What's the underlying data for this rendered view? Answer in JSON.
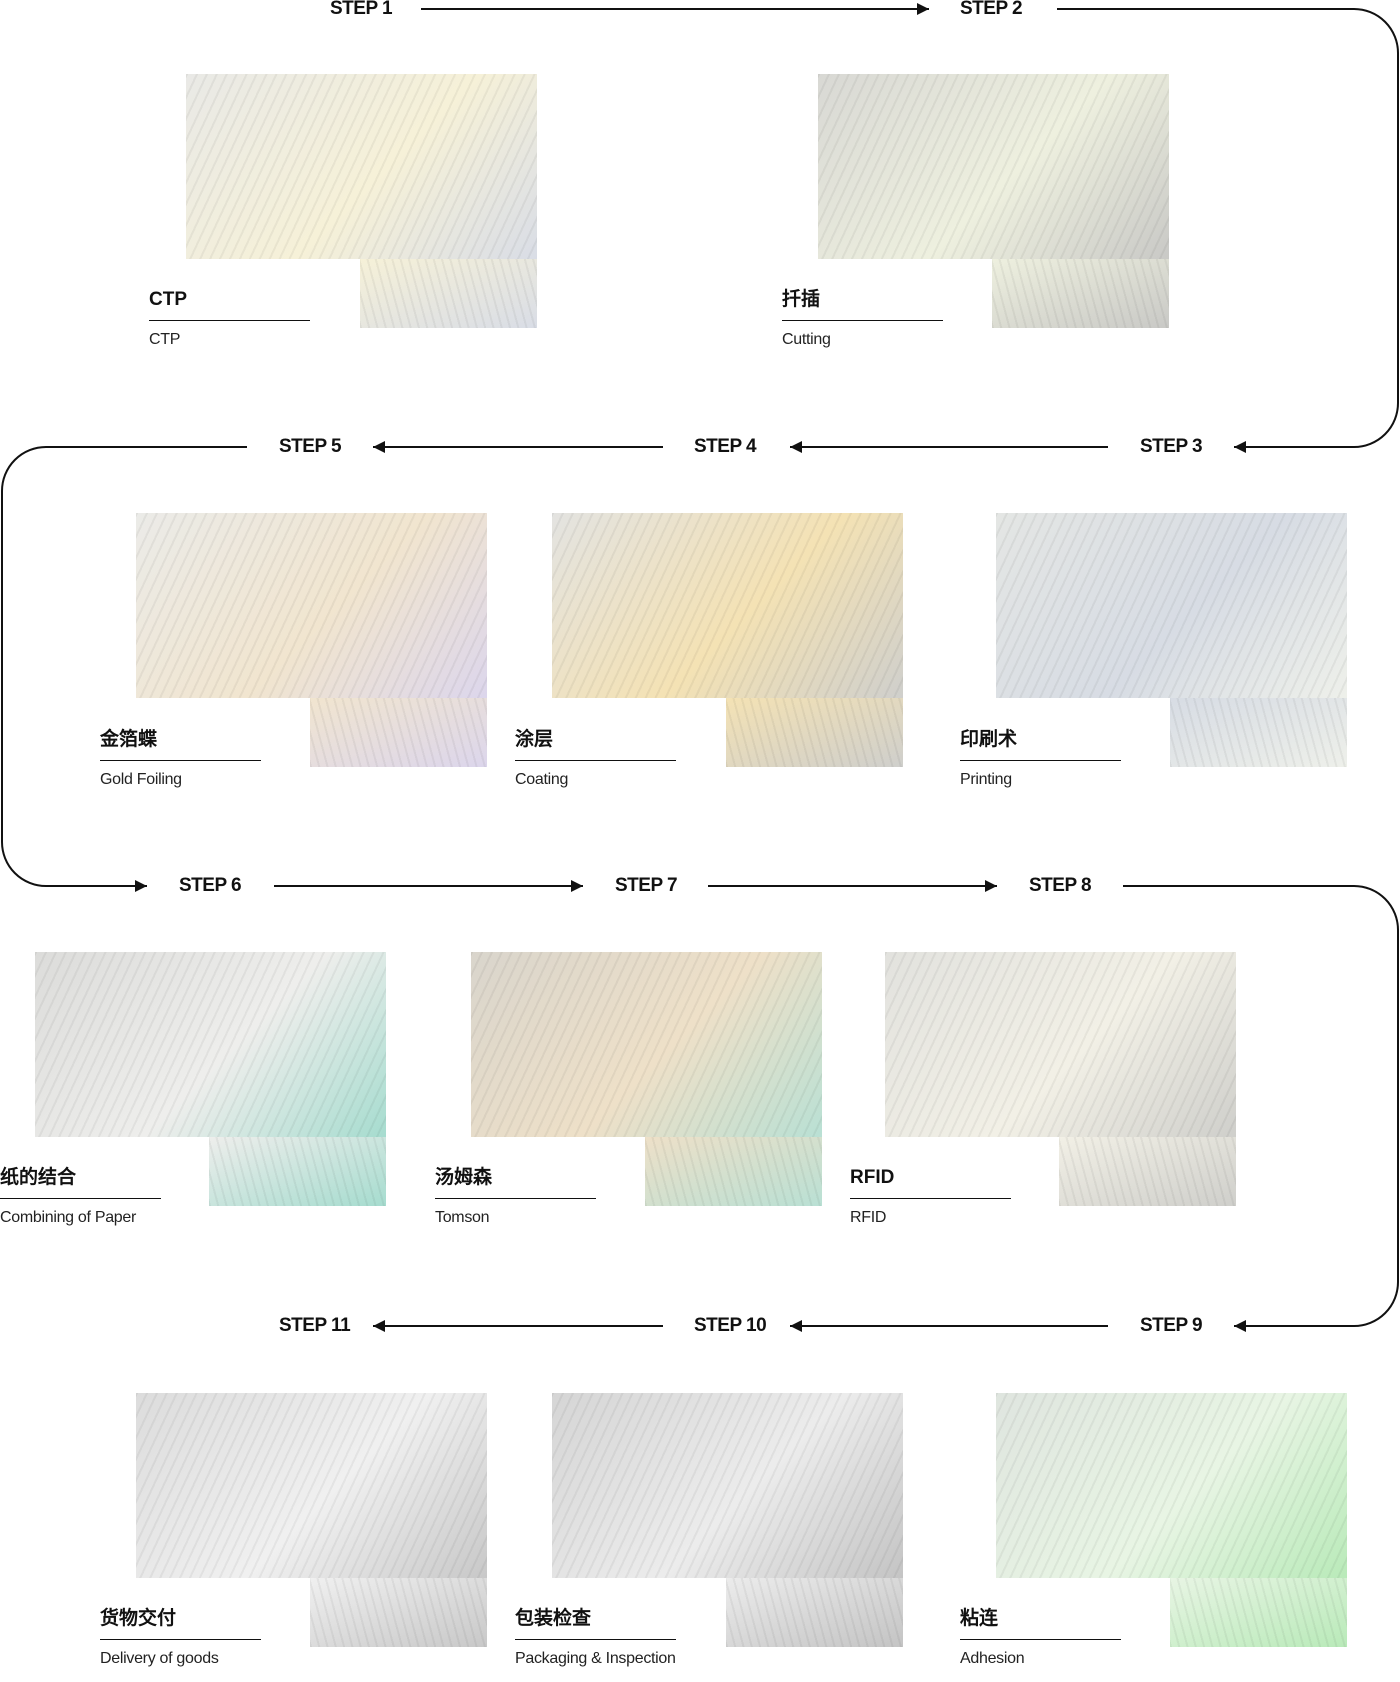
{
  "steps": [
    {
      "step": "STEP 1",
      "title": "CTP",
      "subtitle": "CTP",
      "palette": [
        "#e9e9e6",
        "#f6f1d8",
        "#d9dde6"
      ]
    },
    {
      "step": "STEP 2",
      "title": "扦插",
      "subtitle": "Cutting",
      "palette": [
        "#d8d8d4",
        "#eef0df",
        "#c9c9c6"
      ]
    },
    {
      "step": "STEP 3",
      "title": "印刷术",
      "subtitle": "Printing",
      "palette": [
        "#e4e6e4",
        "#d7dce4",
        "#eef0ea"
      ]
    },
    {
      "step": "STEP 4",
      "title": "涂层",
      "subtitle": "Coating",
      "palette": [
        "#e3e3e1",
        "#f4e2b4",
        "#cfcfcc"
      ]
    },
    {
      "step": "STEP 5",
      "title": "金箔蝶",
      "subtitle": "Gold Foiling",
      "palette": [
        "#ebebe8",
        "#f1e5cf",
        "#dcd6ec"
      ]
    },
    {
      "step": "STEP 6",
      "title": "纸的结合",
      "subtitle": "Combining of Paper",
      "palette": [
        "#dcdcda",
        "#eeeeec",
        "#a6dccf"
      ]
    },
    {
      "step": "STEP 7",
      "title": "汤姆森",
      "subtitle": "Tomson",
      "palette": [
        "#d9d5cc",
        "#eee0c8",
        "#b9e0d4"
      ]
    },
    {
      "step": "STEP 8",
      "title": "RFID",
      "subtitle": "RFID",
      "palette": [
        "#e2e2de",
        "#f2f0e6",
        "#cfcfcb"
      ]
    },
    {
      "step": "STEP 9",
      "title": "粘连",
      "subtitle": "Adhesion",
      "palette": [
        "#dfe5df",
        "#e8f5e4",
        "#b9eab9"
      ]
    },
    {
      "step": "STEP 10",
      "title": "包装检查",
      "subtitle": "Packaging & Inspection",
      "palette": [
        "#d5d5d5",
        "#ececec",
        "#c4c4c4"
      ]
    },
    {
      "step": "STEP 11",
      "title": "货物交付",
      "subtitle": "Delivery of goods",
      "palette": [
        "#dcdcdc",
        "#f0f0f0",
        "#c8c8c8"
      ]
    }
  ]
}
